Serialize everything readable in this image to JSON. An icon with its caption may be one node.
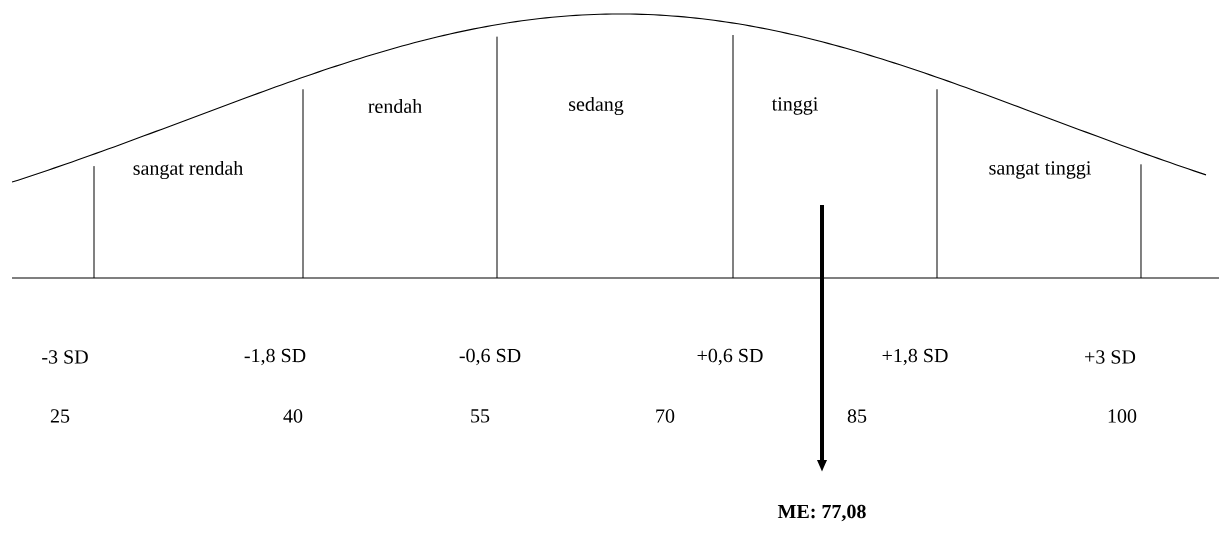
{
  "diagram": {
    "labels": [
      "rendah",
      "sedang",
      "tinggi",
      "sangat rendah",
      "sangat tinggi",
      "-3 SD",
      "-1,8 SD",
      "-0,6 SD",
      "+0,6 SD",
      "+1,8 SD",
      "+3 SD",
      "25",
      "40",
      "55",
      "70",
      "85",
      "100",
      "ME: 77,08"
    ]
  }
}
